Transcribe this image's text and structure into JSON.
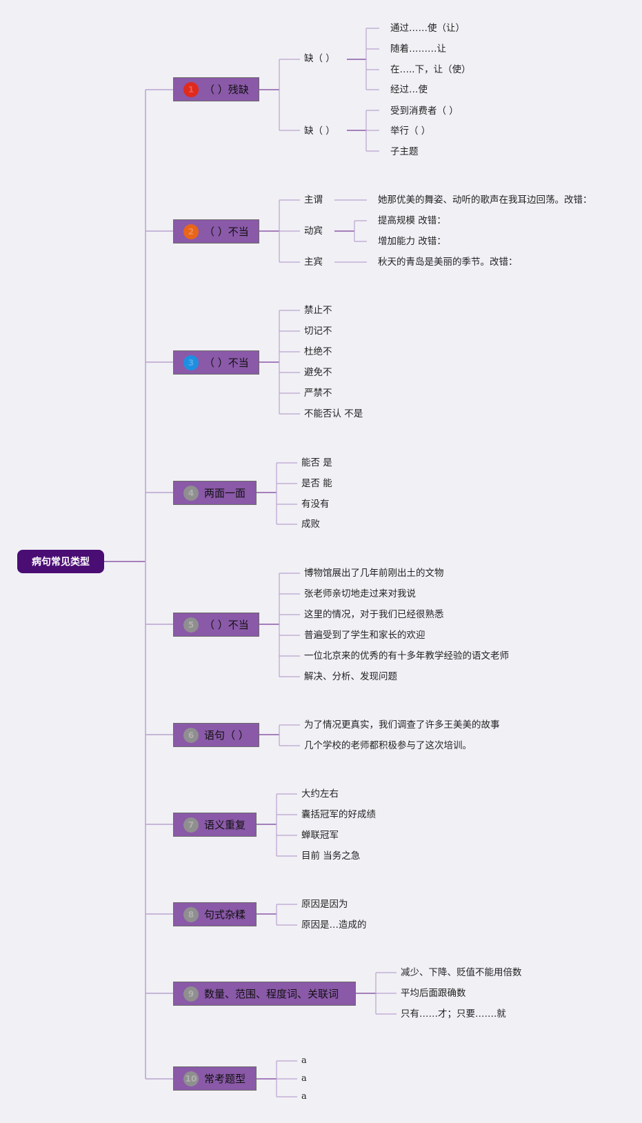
{
  "root": "病句常见类型",
  "categories": [
    {
      "num": "1",
      "label": "（ ）残缺",
      "badge_color": "#e02a1d",
      "badge_text": "#e02a1d"
    },
    {
      "num": "2",
      "label": "（ ）不当",
      "badge_color": "#e8651a",
      "badge_text": "#e8651a"
    },
    {
      "num": "3",
      "label": "（ ）不当",
      "badge_color": "#1e8fe0",
      "badge_text": "#1e8fe0"
    },
    {
      "num": "4",
      "label": "两面一面",
      "badge_color": "#8f8f8f",
      "badge_text": "#8f8f8f"
    },
    {
      "num": "5",
      "label": "（ ）不当",
      "badge_color": "#8f8f8f",
      "badge_text": "#8f8f8f"
    },
    {
      "num": "6",
      "label": "语句（ ）",
      "badge_color": "#8f8f8f",
      "badge_text": "#8f8f8f"
    },
    {
      "num": "7",
      "label": "语义重复",
      "badge_color": "#8f8f8f",
      "badge_text": "#8f8f8f"
    },
    {
      "num": "8",
      "label": "句式杂糅",
      "badge_color": "#8f8f8f",
      "badge_text": "#8f8f8f"
    },
    {
      "num": "9",
      "label": "数量、范围、程度词、关联词",
      "badge_color": "#8f8f8f",
      "badge_text": "#8f8f8f"
    },
    {
      "num": "10",
      "label": "常考题型",
      "badge_color": "#8f8f8f",
      "badge_text": "#8f8f8f"
    }
  ],
  "c1": {
    "sub1": {
      "label": "缺（ ）",
      "items": [
        "通过……使（让）",
        "随着………让",
        "在…..下，让（使）",
        "经过…使"
      ]
    },
    "sub2": {
      "label": "缺（ ）",
      "items": [
        "受到消费者（ ）",
        "举行（ ）",
        "子主题"
      ]
    }
  },
  "c2": {
    "sub1": {
      "label": "主谓",
      "items": [
        "她那优美的舞姿、动听的歌声在我耳边回荡。改错："
      ]
    },
    "sub2": {
      "label": "动宾",
      "items": [
        "提高规模 改错：",
        "增加能力 改错："
      ]
    },
    "sub3": {
      "label": "主宾",
      "items": [
        "秋天的青岛是美丽的季节。改错："
      ]
    }
  },
  "c3": {
    "items": [
      "禁止不",
      "切记不",
      "杜绝不",
      "避免不",
      "严禁不",
      "不能否认 不是"
    ]
  },
  "c4": {
    "items": [
      "能否 是",
      "是否 能",
      "有没有",
      "成败"
    ]
  },
  "c5": {
    "items": [
      "博物馆展出了几年前刚出土的文物",
      "张老师亲切地走过来对我说",
      "这里的情况，对于我们已经很熟悉",
      "普遍受到了学生和家长的欢迎",
      "一位北京来的优秀的有十多年教学经验的语文老师",
      "解决、分析、发现问题"
    ]
  },
  "c6": {
    "items": [
      "为了情况更真实，我们调查了许多王美美的故事",
      "几个学校的老师都积极参与了这次培训。"
    ]
  },
  "c7": {
    "items": [
      "大约左右",
      "囊括冠军的好成绩",
      "蝉联冠军",
      "目前 当务之急"
    ]
  },
  "c8": {
    "items": [
      "原因是因为",
      "原因是…造成的"
    ]
  },
  "c9": {
    "items": [
      "减少、下降、贬值不能用倍数",
      "平均后面跟确数",
      "只有……才；只要…….就"
    ]
  },
  "c10": {
    "items": [
      "a",
      "a",
      "a"
    ]
  },
  "colors": {
    "line": "#b9a3cf",
    "line_dark": "#8a59a8",
    "root_bg": "#4a0d74",
    "category_bg": "#8a59a8",
    "background": "#f1f0f5"
  }
}
